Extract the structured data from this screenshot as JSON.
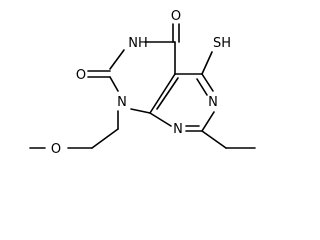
{
  "molecule": {
    "atoms": {
      "o_top": "O",
      "nh": "NH",
      "o_left": "O",
      "n1": "N",
      "sh": "SH",
      "n_right": "N",
      "n_bottom": "N",
      "o_ether": "O"
    },
    "colors": {
      "bond": "#000000",
      "label": "#000000",
      "background": "#ffffff"
    }
  }
}
